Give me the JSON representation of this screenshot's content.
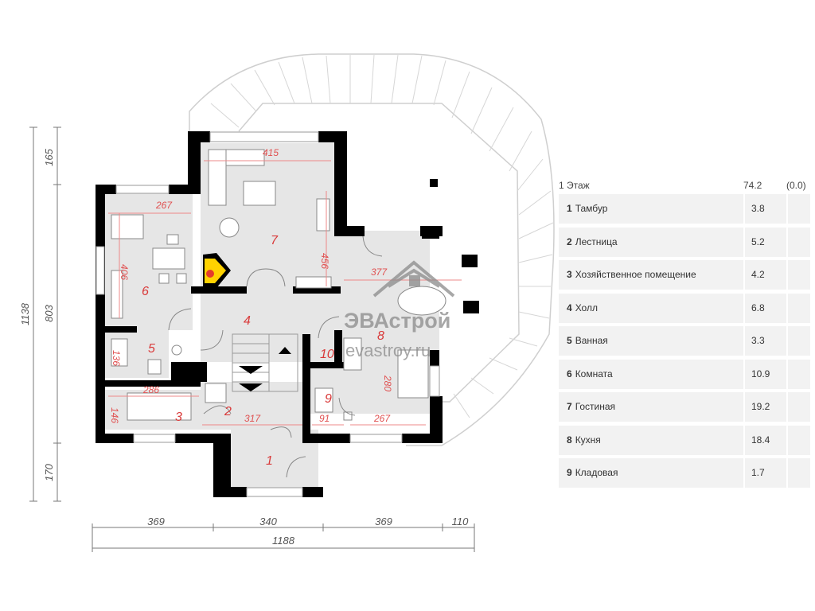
{
  "plan": {
    "watermark": {
      "line1": "ЭВАстрой",
      "line2": "evastroy.ru"
    },
    "rooms": [
      {
        "num": "1"
      },
      {
        "num": "2"
      },
      {
        "num": "3"
      },
      {
        "num": "4"
      },
      {
        "num": "5"
      },
      {
        "num": "6"
      },
      {
        "num": "7"
      },
      {
        "num": "8"
      },
      {
        "num": "9"
      },
      {
        "num": "10"
      }
    ],
    "inner_dims": [
      "415",
      "267",
      "406",
      "456",
      "377",
      "136",
      "286",
      "146",
      "317",
      "91",
      "267",
      "280"
    ],
    "left_dims": [
      "165",
      "803",
      "170",
      "1138"
    ],
    "bottom_dims": [
      "369",
      "340",
      "369",
      "110",
      "1188"
    ]
  },
  "legend": {
    "floor": "1 Этаж",
    "total_area": "74.2",
    "total_extra": "(0.0)",
    "rows": [
      {
        "num": "1",
        "name": "Тамбур",
        "area": "3.8"
      },
      {
        "num": "2",
        "name": "Лестница",
        "area": "5.2"
      },
      {
        "num": "3",
        "name": "Хозяйственное помещение",
        "area": "4.2"
      },
      {
        "num": "4",
        "name": "Холл",
        "area": "6.8"
      },
      {
        "num": "5",
        "name": "Ванная",
        "area": "3.3"
      },
      {
        "num": "6",
        "name": "Комната",
        "area": "10.9"
      },
      {
        "num": "7",
        "name": "Гостиная",
        "area": "19.2"
      },
      {
        "num": "8",
        "name": "Кухня",
        "area": "18.4"
      },
      {
        "num": "9",
        "name": "Кладовая",
        "area": "1.7"
      }
    ]
  }
}
